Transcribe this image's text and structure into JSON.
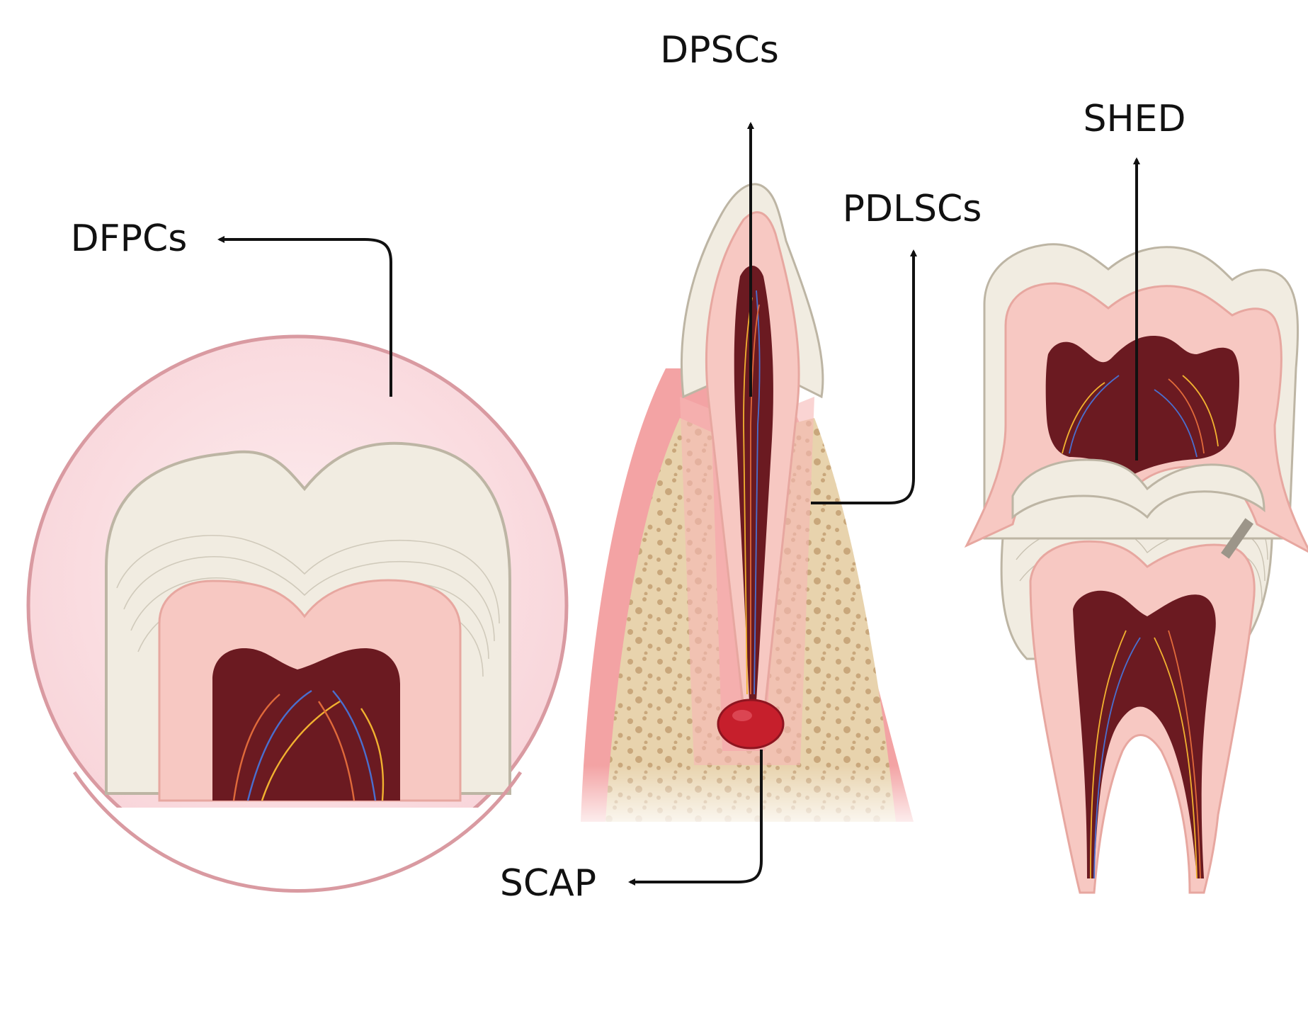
{
  "labels": {
    "dpscs": "DPSCs",
    "shed": "SHED",
    "pdlscs": "PDLSCs",
    "dfpcs": "DFPCs",
    "scap": "SCAP"
  },
  "colors": {
    "enamel": "#f1ece1",
    "enamel_stroke": "#bdb5a4",
    "dentin": "#f7c8c2",
    "dentin_stroke": "#e7a7a0",
    "pulp": "#6b1a21",
    "gum": "#f3a3a4",
    "bone": "#e8d3ad",
    "bone_spots": "#c9a77b",
    "capsule_fill": "#fce3e5",
    "capsule_stroke": "#d99aa1",
    "apical_papilla": "#c61f2c",
    "arrow": "#111111"
  }
}
